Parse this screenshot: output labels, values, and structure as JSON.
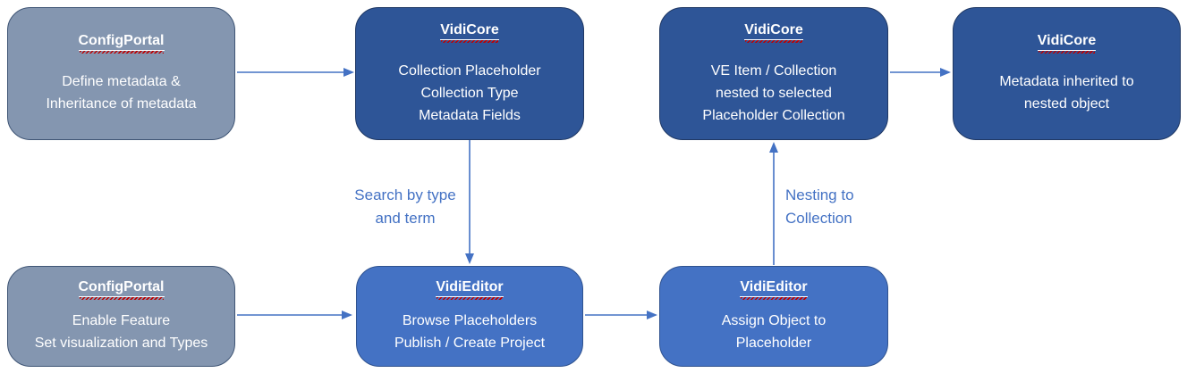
{
  "boxes": [
    {
      "title": "ConfigPortal",
      "body": "Define metadata &\nInheritance of metadata"
    },
    {
      "title": "VidiCore",
      "body": "Collection Placeholder\nCollection Type\nMetadata Fields"
    },
    {
      "title": "VidiCore",
      "body": "VE Item / Collection\nnested to selected\nPlaceholder Collection"
    },
    {
      "title": "VidiCore",
      "body": "Metadata inherited to\nnested object"
    },
    {
      "title": "ConfigPortal",
      "body": "Enable Feature\nSet visualization and Types"
    },
    {
      "title": "VidiEditor",
      "body": "Browse Placeholders\nPublish / Create Project"
    },
    {
      "title": "VidiEditor",
      "body": "Assign Object to\nPlaceholder"
    }
  ],
  "arrow_labels": {
    "search": "Search by type\nand term",
    "nesting": "Nesting to\nCollection"
  },
  "colors": {
    "gray_fill": "#8496B0",
    "gray_border": "#3F5575",
    "dark_blue_fill": "#2E5597",
    "dark_blue_border": "#1F3864",
    "blue_fill": "#4472C4",
    "blue_border": "#2F528F",
    "arrow": "#4472C4",
    "label_text": "#4472C4",
    "box_text": "#FFFFFF",
    "squiggle": "#C00000"
  }
}
